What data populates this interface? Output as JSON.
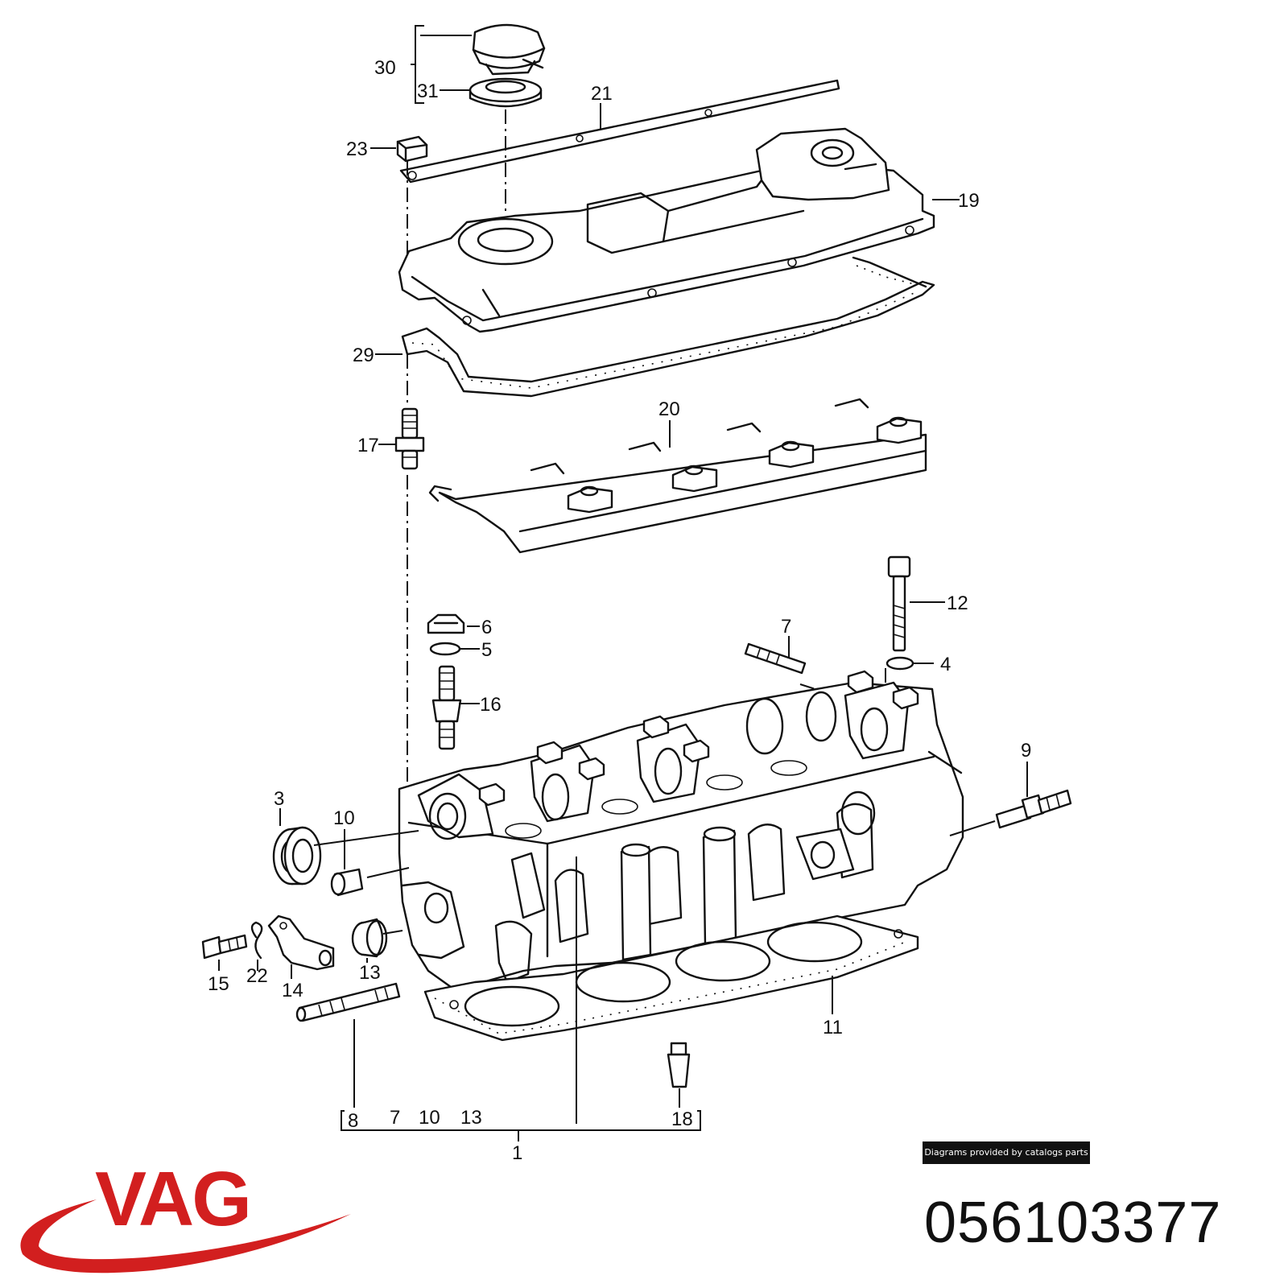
{
  "callouts": {
    "c30": "30",
    "c31": "31",
    "c21": "21",
    "c23": "23",
    "c19": "19",
    "c29": "29",
    "c20": "20",
    "c17": "17",
    "c12": "12",
    "c6": "6",
    "c5": "5",
    "c7": "7",
    "c4": "4",
    "c16": "16",
    "c9": "9",
    "c3": "3",
    "c10": "10",
    "c15": "15",
    "c22": "22",
    "c14": "14",
    "c13": "13",
    "c11": "11",
    "c8": "8",
    "c18": "18",
    "c1": "1",
    "b7": "7",
    "b10": "10",
    "b13": "13"
  },
  "credit": "Diagrams provided by catalogs parts",
  "brand": {
    "name": "VAG",
    "color": "#d21f1f"
  },
  "part_number": "056103377"
}
